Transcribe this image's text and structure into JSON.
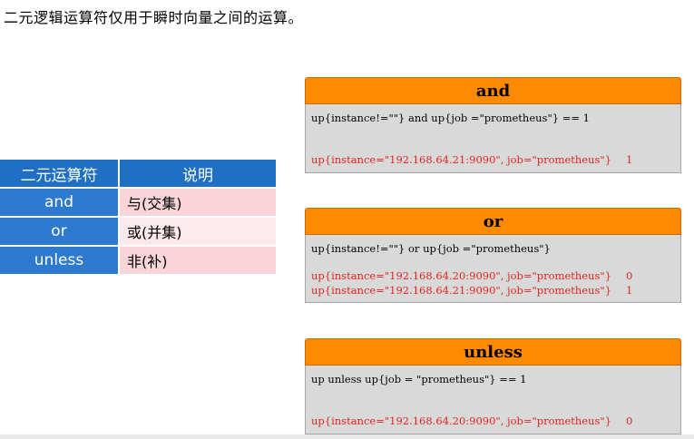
{
  "title": "二元逻辑运算符仅用于瞬时向量之间的运算。",
  "table": {
    "headers": [
      "二元运算符",
      "说明"
    ],
    "rows": [
      {
        "op": "and",
        "desc": "与(交集)"
      },
      {
        "op": "or",
        "desc": "或(并集)"
      },
      {
        "op": "unless",
        "desc": "非(补)"
      }
    ]
  },
  "panels": [
    {
      "title": "and",
      "query": "up{instance!=\"\"} and up{job =\"prometheus\"}  == 1",
      "results": [
        {
          "series": "up{instance=\"192.168.64.21:9090\", job=\"prometheus\"}",
          "value": "1"
        }
      ]
    },
    {
      "title": "or",
      "query": "up{instance!=\"\"} or up{job =\"prometheus\"}",
      "results": [
        {
          "series": "up{instance=\"192.168.64.20:9090\", job=\"prometheus\"}",
          "value": "0"
        },
        {
          "series": "up{instance=\"192.168.64.21:9090\", job=\"prometheus\"}",
          "value": "1"
        }
      ]
    },
    {
      "title": "unless",
      "query": "up unless up{job = \"prometheus\"} == 1",
      "results": [
        {
          "series": "up{instance=\"192.168.64.20:9090\", job=\"prometheus\"}",
          "value": "0"
        }
      ]
    }
  ],
  "colors": {
    "panel_header": "#ff8a00",
    "panel_body": "#d9d9d9",
    "result_text": "#e0261c",
    "table_header": "#1f6fc4",
    "table_op": "#2f7ad1",
    "table_desc_alt1": "#f9d4d8",
    "table_desc_alt2": "#fbe9ec"
  }
}
